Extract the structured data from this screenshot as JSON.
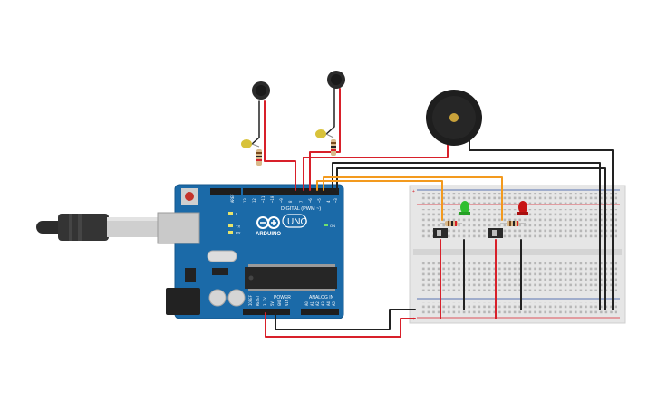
{
  "board": {
    "brand": "ARDUINO",
    "model": "UNO",
    "digital_label": "DIGITAL (PWM ~)",
    "analog_label": "ANALOG IN",
    "power_label": "POWER",
    "on_label": "ON",
    "led_l": "L",
    "led_tx": "TX",
    "led_rx": "RX"
  },
  "colors": {
    "board": "#1b6aa8",
    "breadboard": "#e6e6e6",
    "wire_red": "#d8202a",
    "wire_black": "#222222",
    "wire_orange": "#f39a1e",
    "led_green": "#2fbf2f",
    "led_red": "#c81414",
    "led_yellow": "#d8c23a"
  },
  "icons": [
    "usb-cable-icon",
    "buzzer-icon",
    "vibration-motor-icon",
    "led-icon",
    "resistor-icon",
    "slide-switch-icon",
    "chip-icon"
  ]
}
